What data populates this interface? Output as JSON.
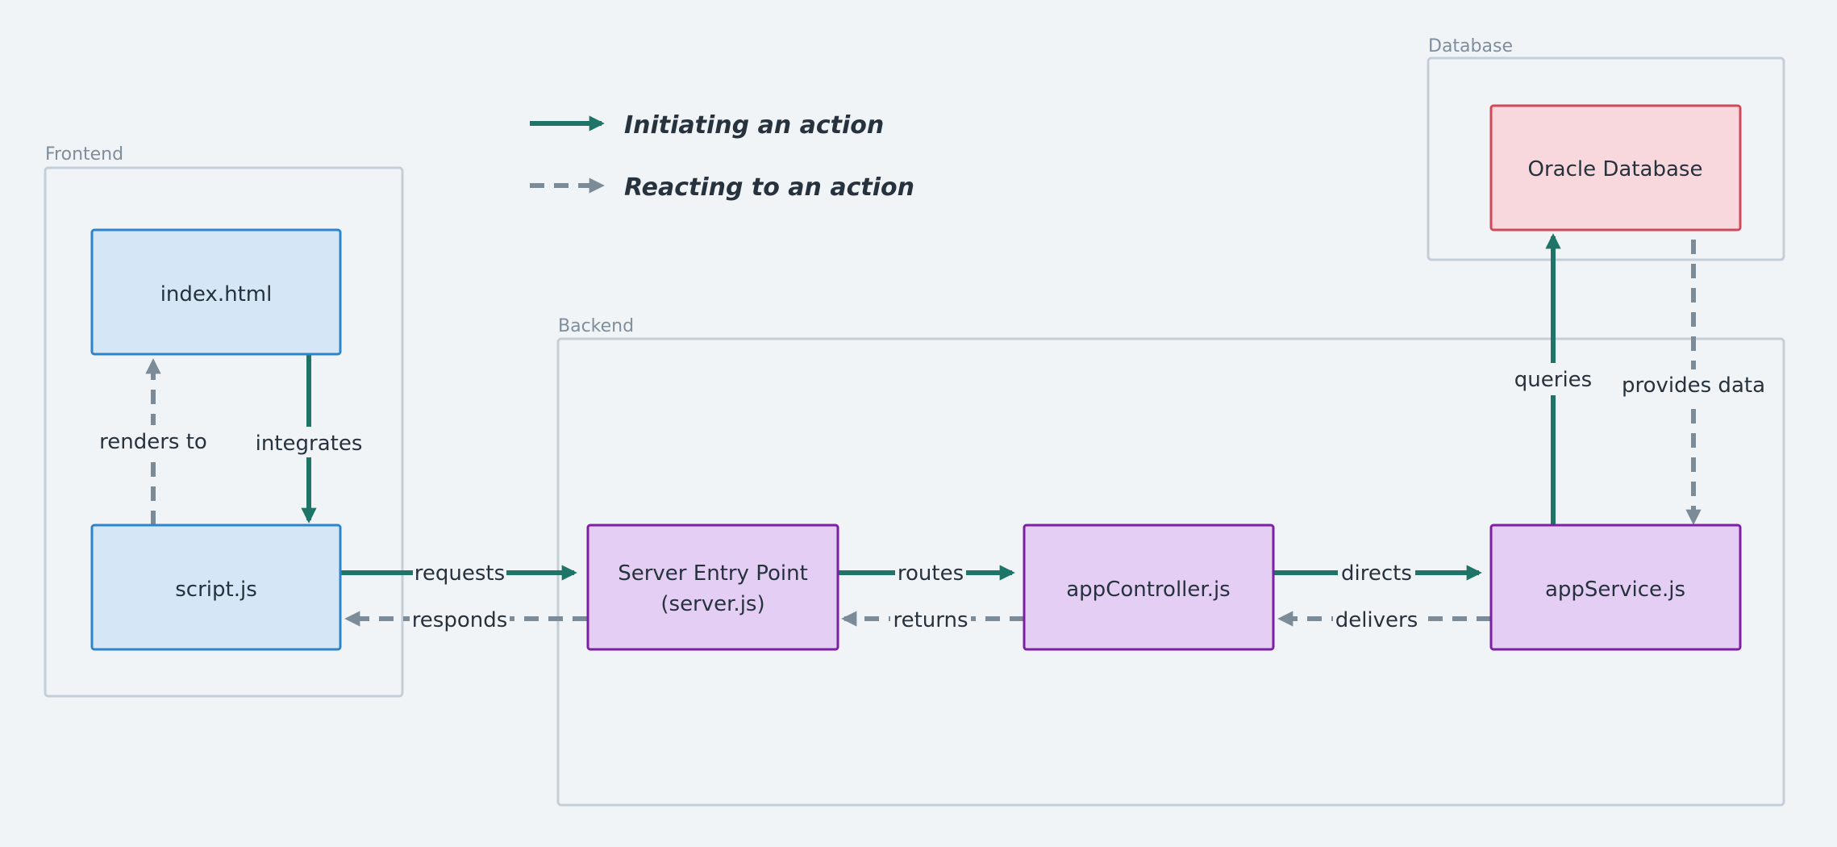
{
  "legend": {
    "initiating": "Initiating an action",
    "reacting": "Reacting to an action"
  },
  "groups": {
    "frontend": "Frontend",
    "backend": "Backend",
    "database": "Database"
  },
  "nodes": {
    "index_html": "index.html",
    "script_js": "script.js",
    "server_line1": "Server Entry Point",
    "server_line2": "(server.js)",
    "app_controller": "appController.js",
    "app_service": "appService.js",
    "oracle_db": "Oracle Database"
  },
  "edges": {
    "renders_to": "renders to",
    "integrates": "integrates",
    "requests": "requests",
    "responds": "responds",
    "routes": "routes",
    "returns": "returns",
    "directs": "directs",
    "delivers": "delivers",
    "queries": "queries",
    "provides_data": "provides data"
  },
  "colors": {
    "initiating_edge": "#1e7567",
    "reacting_edge": "#7b8b98",
    "frontend_node": "#d5e7f6",
    "backend_node": "#e4cef3",
    "database_node": "#f8d8dd"
  }
}
